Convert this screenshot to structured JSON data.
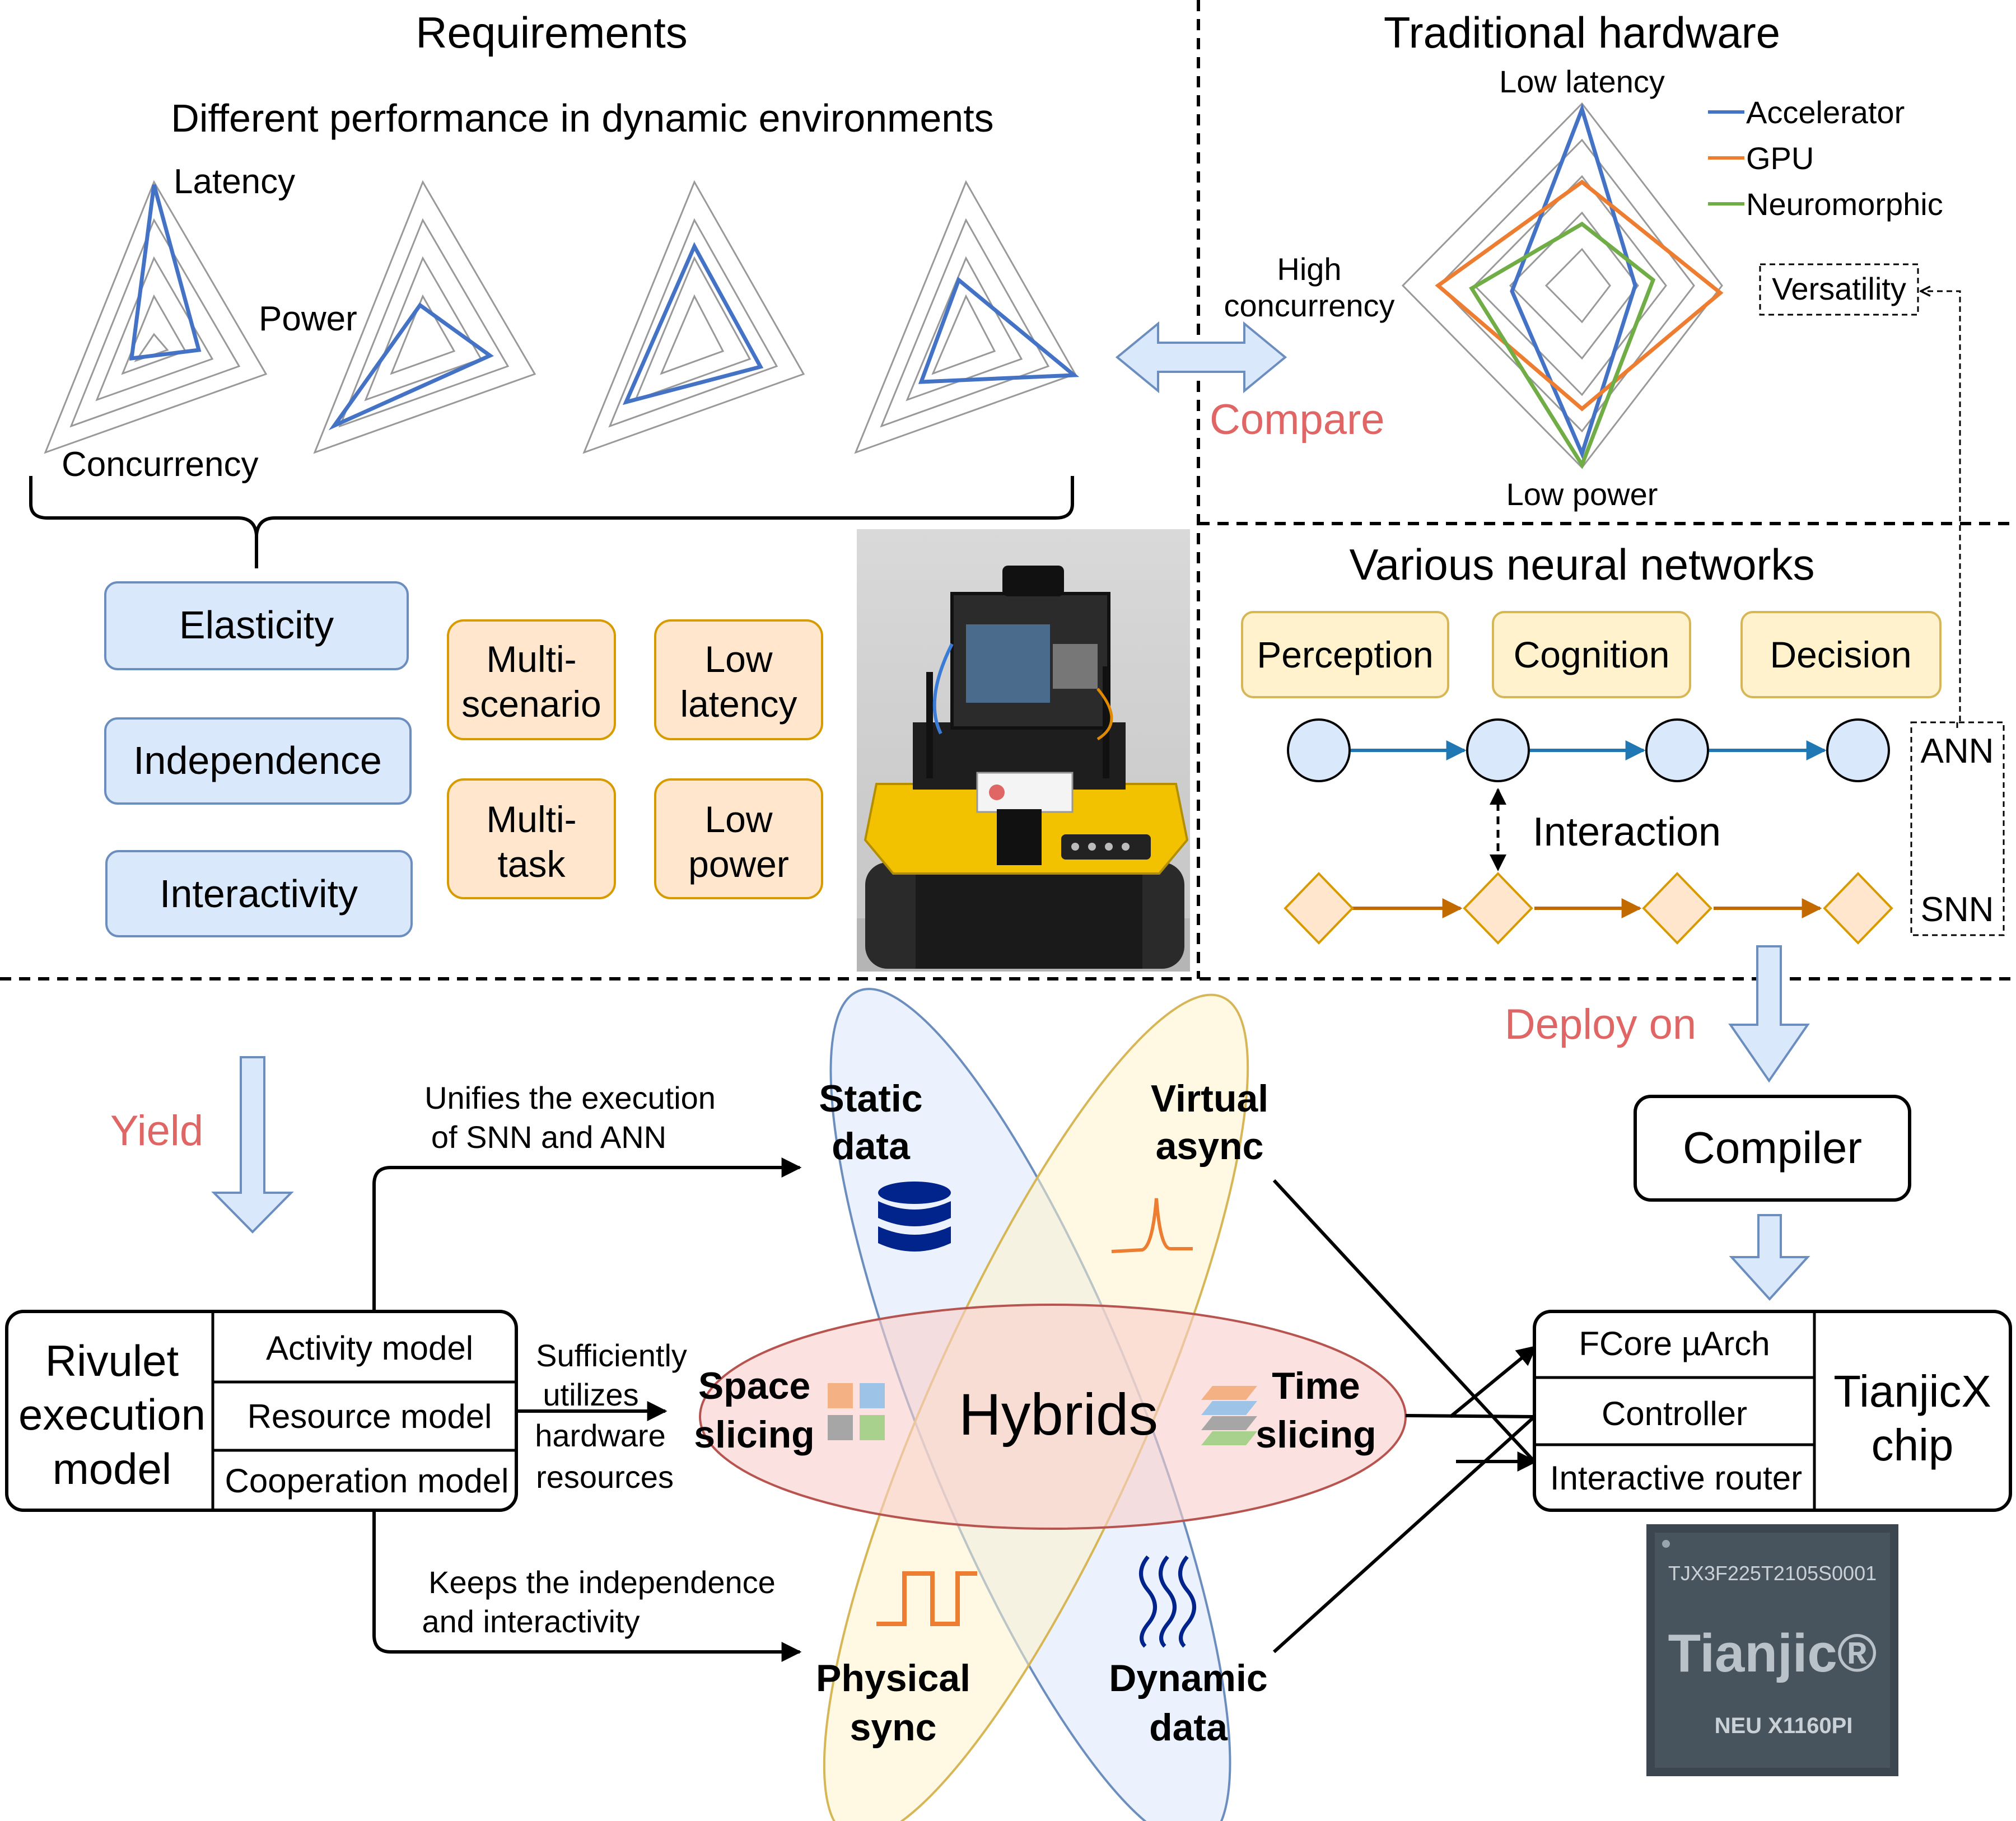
{
  "requirements": {
    "title": "Requirements",
    "subtitle": "Different performance in dynamic environments",
    "axis_latency": "Latency",
    "axis_power": "Power",
    "axis_concurrency": "Concurrency",
    "properties": [
      "Elasticity",
      "Independence",
      "Interactivity"
    ],
    "features": [
      [
        "Multi-",
        "scenario"
      ],
      [
        "Low",
        "latency"
      ],
      [
        "Multi-",
        "task"
      ],
      [
        "Low",
        "power"
      ]
    ]
  },
  "traditional_hardware": {
    "title": "Traditional hardware",
    "axis_top": "Low latency",
    "axis_bottom": "Low power",
    "axis_left": [
      "High",
      "concurrency"
    ],
    "axis_right": "Versatility",
    "legend": [
      {
        "name": "Accelerator",
        "color": "#4472c4"
      },
      {
        "name": "GPU",
        "color": "#ed7d31"
      },
      {
        "name": "Neuromorphic",
        "color": "#70ad47"
      }
    ]
  },
  "compare_label": "Compare",
  "neural_networks": {
    "title": "Various neural networks",
    "stages": [
      "Perception",
      "Cognition",
      "Decision"
    ],
    "interaction_label": "Interaction",
    "ann_label": "ANN",
    "snn_label": "SNN"
  },
  "deploy_label": "Deploy on",
  "yield_label": "Yield",
  "rivulet": {
    "title": [
      "Rivulet",
      "execution",
      "model"
    ],
    "models": [
      "Activity model",
      "Resource model",
      "Cooperation model"
    ]
  },
  "annotations": {
    "unify": [
      "Unifies the execution",
      "of SNN and ANN"
    ],
    "utilize": [
      "Sufficiently",
      "utilizes",
      "hardware",
      "resources"
    ],
    "keep": [
      "Keeps the independence",
      "and interactivity"
    ]
  },
  "hybrids": {
    "center": "Hybrids",
    "static": [
      "Static",
      "data"
    ],
    "virtual": [
      "Virtual",
      "async"
    ],
    "space": [
      "Space",
      "slicing"
    ],
    "time": [
      "Time",
      "slicing"
    ],
    "physical": [
      "Physical",
      "sync"
    ],
    "dynamic": [
      "Dynamic",
      "data"
    ]
  },
  "compiler": "Compiler",
  "chip": {
    "components": [
      "FCore µArch",
      "Controller",
      "Interactive router"
    ],
    "name": [
      "TianjicX",
      "chip"
    ],
    "marking_top": "TJX3F225T2105S0001",
    "brand": "Tianjic®",
    "marking_bottom": "NEU X1160PI"
  },
  "colors": {
    "blue_line": "#4472c4",
    "orange_line": "#ed7d31",
    "green_line": "#70ad47",
    "accent_red": "#e06666",
    "blue_box": "#dae8fc",
    "blue_box_stroke": "#6c8ebf",
    "orange_box": "#ffe6cc",
    "orange_box_stroke": "#d79b00",
    "yellow_box": "#fff2cc",
    "yellow_box_stroke": "#d6b656",
    "red_ellipse": "#f8cecc",
    "red_ellipse_stroke": "#b85450",
    "ann_stroke": "#1f77b4",
    "snn_stroke": "#c26a00"
  }
}
